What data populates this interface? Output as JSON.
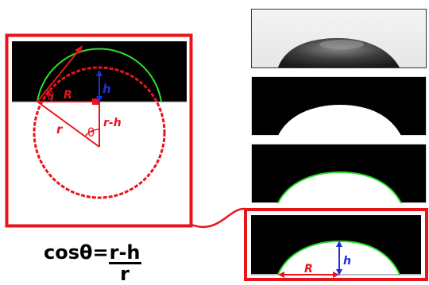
{
  "diagram": {
    "labels": {
      "h": "h",
      "R": "R",
      "r": "r",
      "r_minus_h": "r-h",
      "theta": "θ"
    },
    "formula": {
      "lhs": "cosθ=",
      "numerator": "r-h",
      "denominator": "r"
    },
    "colors": {
      "frame": "#e8141b",
      "dashed_circle": "#e8141b",
      "height_arrow": "#1f2fd6",
      "contour": "#2ee02e",
      "background_dark": "#000000"
    }
  },
  "panels": [
    {
      "name": "raw-droplet-image"
    },
    {
      "name": "binarized-droplet-image"
    },
    {
      "name": "edge-detected-droplet-image"
    },
    {
      "name": "measured-droplet-image"
    }
  ]
}
